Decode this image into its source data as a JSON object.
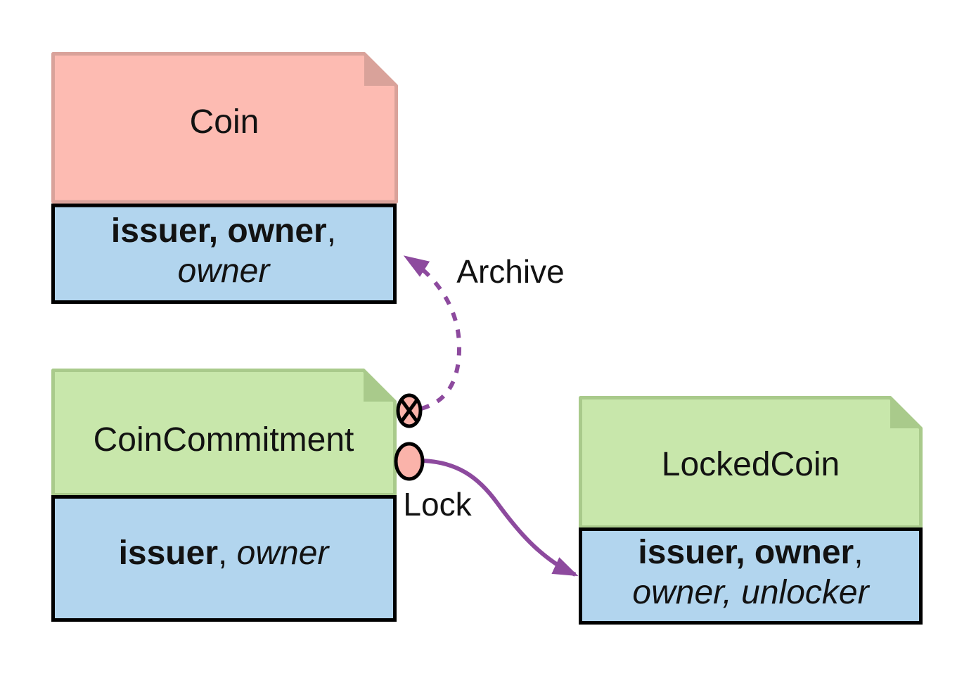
{
  "diagram": {
    "type": "state-evolution-diagram",
    "background": "#ffffff",
    "colors": {
      "coin_header_fill": "#fdbbb2",
      "coin_header_border": "#d9a29a",
      "green_header_fill": "#c8e7ab",
      "green_header_border": "#a9ca8b",
      "fields_fill": "#b2d5ee",
      "fields_border": "#000000",
      "edge_purple": "#8d4a9e",
      "marker_circle_fill": "#fab3aa",
      "text_color": "#121212"
    },
    "nodes": {
      "coin": {
        "title": "Coin",
        "fields_line1_bold": "issuer, owner",
        "fields_line1_plain": ",",
        "fields_line2_italic": "owner"
      },
      "coinCommitment": {
        "title": "CoinCommitment",
        "fields_bold": "issuer",
        "fields_plain": ", ",
        "fields_italic": "owner"
      },
      "lockedCoin": {
        "title": "LockedCoin",
        "fields_line1_bold": "issuer, owner",
        "fields_line1_plain": ",",
        "fields_line2_italic": "owner, unlocker"
      }
    },
    "edges": {
      "archive": {
        "label": "Archive",
        "style": "dashed",
        "source_marker": "circle-x"
      },
      "lock": {
        "label": "Lock",
        "style": "solid",
        "source_marker": "circle"
      }
    }
  }
}
